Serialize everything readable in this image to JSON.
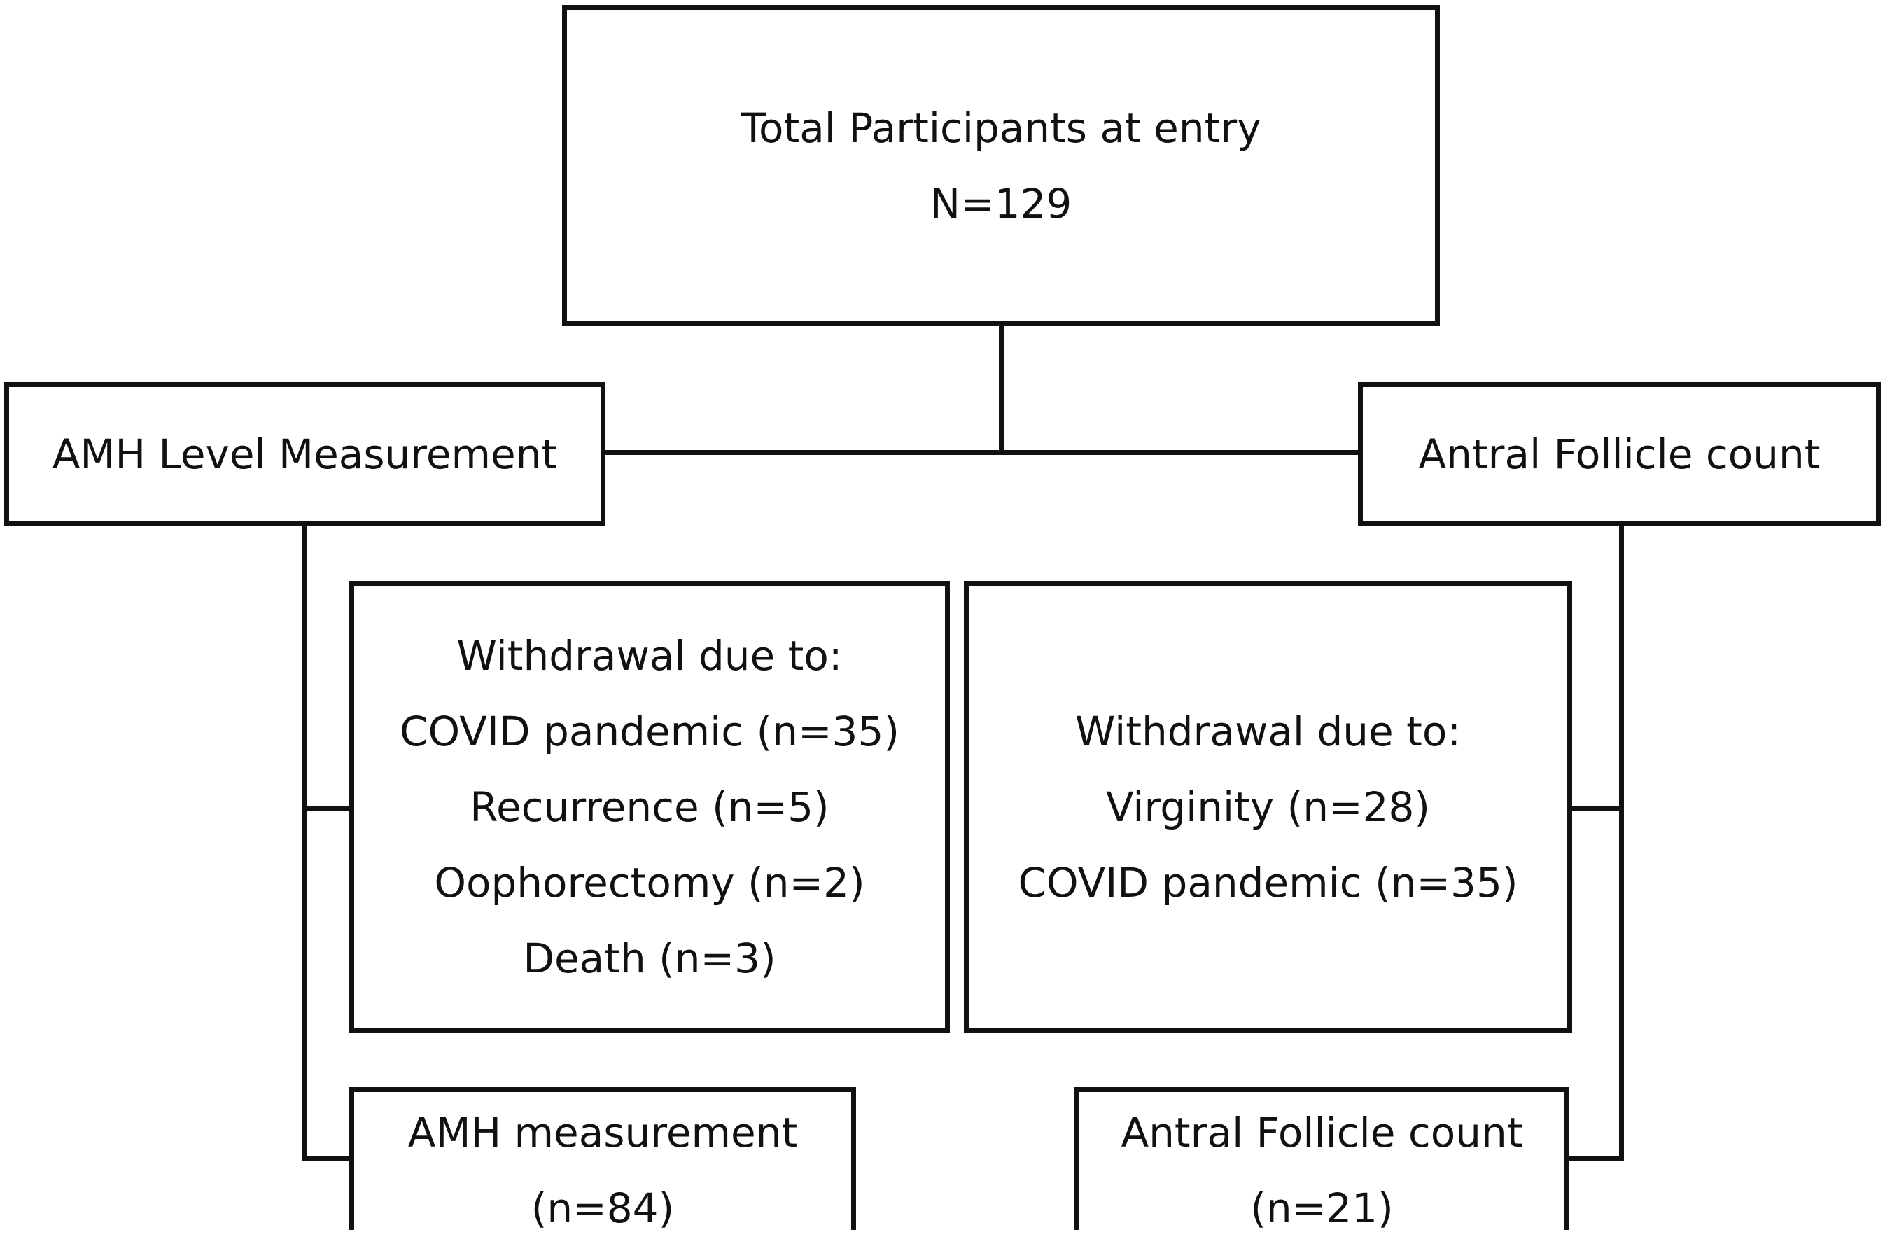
{
  "total": {
    "title": "Total Participants at entry",
    "count": "N=129"
  },
  "amh_branch": {
    "label": "AMH Level Measurement",
    "withdrawal": {
      "heading": "Withdrawal due to:",
      "reasons": [
        "COVID pandemic (n=35)",
        "Recurrence (n=5)",
        "Oophorectomy (n=2)",
        "Death (n=3)"
      ]
    },
    "result": {
      "label": "AMH measurement",
      "count": "(n=84)"
    }
  },
  "afc_branch": {
    "label": "Antral Follicle count",
    "withdrawal": {
      "heading": "Withdrawal due to:",
      "reasons": [
        "Virginity (n=28)",
        "COVID pandemic (n=35)"
      ]
    },
    "result": {
      "label": "Antral Follicle count",
      "count": "(n=21)"
    }
  }
}
